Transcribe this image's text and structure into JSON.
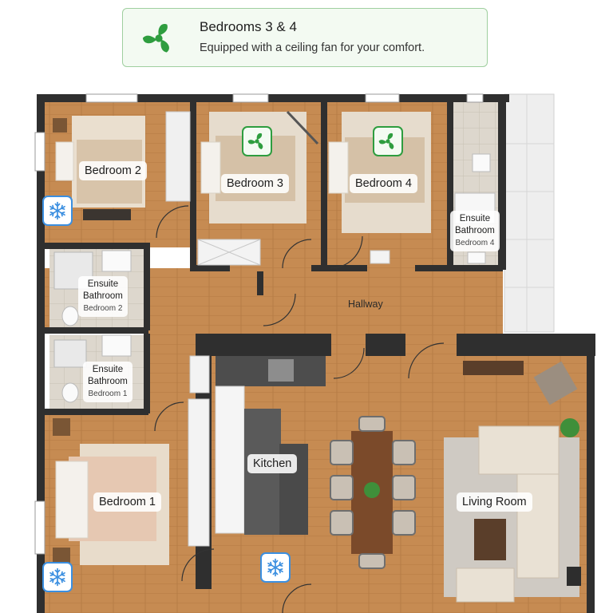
{
  "info": {
    "title": "Bedrooms 3 & 4",
    "description": "Equipped with a ceiling fan for your comfort."
  },
  "rooms": {
    "bedroom2": "Bedroom 2",
    "bedroom3": "Bedroom 3",
    "bedroom4": "Bedroom 4",
    "bedroom1": "Bedroom 1",
    "ensuite_b4_l1": "Ensuite",
    "ensuite_b4_l2": "Bathroom",
    "ensuite_b4_l3": "Bedroom 4",
    "ensuite_b2_l1": "Ensuite",
    "ensuite_b2_l2": "Bathroom",
    "ensuite_b2_l3": "Bedroom 2",
    "ensuite_b1_l1": "Ensuite",
    "ensuite_b1_l2": "Bathroom",
    "ensuite_b1_l3": "Bedroom 1",
    "hallway": "Hallway",
    "kitchen": "Kitchen",
    "living_room": "Living Room"
  },
  "icons": {
    "fan_color": "#2e9d3f",
    "snow_color": "#3b8fe0",
    "ac_units": [
      "snowflake-icon-bedroom2",
      "snowflake-icon-bedroom1",
      "snowflake-icon-kitchen"
    ],
    "fan_units": [
      "fan-icon-bedroom3",
      "fan-icon-bedroom4"
    ]
  },
  "colors": {
    "wall": "#2f2f2f",
    "floor": "#c58a50",
    "tile": "#dcd6cc",
    "card_border": "#9fcf9f",
    "card_bg": "#f3faf2"
  }
}
